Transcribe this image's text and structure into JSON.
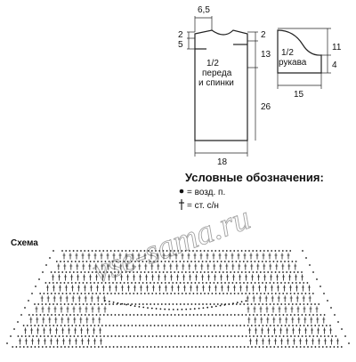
{
  "pattern_front_back": {
    "width_top": "6,5",
    "dim_left_top": "2",
    "dim_left_second": "5",
    "dim_right_top": "2",
    "dim_side_upper": "13",
    "dim_side_lower": "26",
    "dim_bottom": "18",
    "label_line1": "1/2",
    "label_line2": "переда",
    "label_line3": "и спинки"
  },
  "pattern_sleeve": {
    "label_line1": "1/2",
    "label_line2": "рукава",
    "dim_height": "11",
    "dim_cuff": "4",
    "dim_width": "15"
  },
  "legend": {
    "title": "Условные обозначения:",
    "items": [
      {
        "symbol": "chain-stitch-dot",
        "text": "= возд. п."
      },
      {
        "symbol": "double-crochet-cross",
        "text": "= ст. с/н"
      }
    ]
  },
  "scheme": {
    "label": "Схема"
  },
  "watermark": "vse-sama.ru"
}
